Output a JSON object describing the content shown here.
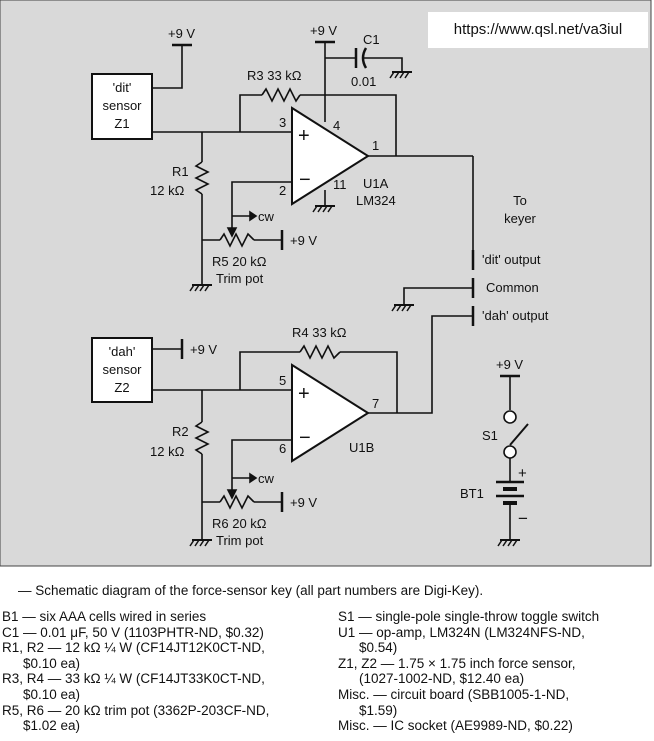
{
  "url": "https://www.qsl.net/va3iul",
  "schematic": {
    "supply_label": "+9 V",
    "sensor_dit": [
      "'dit'",
      "sensor",
      "Z1"
    ],
    "sensor_dah": [
      "'dah'",
      "sensor",
      "Z2"
    ],
    "r1": [
      "R1",
      "12 kΩ"
    ],
    "r2": [
      "R2",
      "12 kΩ"
    ],
    "r3": "R3  33 kΩ",
    "r4": "R4  33 kΩ",
    "c1": [
      "C1",
      "0.01"
    ],
    "r5": [
      "R5 20 kΩ",
      "Trim pot"
    ],
    "r6": [
      "R6 20 kΩ",
      "Trim pot"
    ],
    "cw": "cw",
    "u1a": [
      "U1A",
      "LM324"
    ],
    "u1b": "U1B",
    "plus": "+",
    "minus": "−",
    "pins": {
      "p1": "1",
      "p2": "2",
      "p3": "3",
      "p4": "4",
      "p5": "5",
      "p6": "6",
      "p7": "7",
      "p11": "11"
    },
    "to_keyer": [
      "To",
      "keyer"
    ],
    "outputs": [
      "'dit' output",
      "Common",
      "'dah' output"
    ],
    "s1": "S1",
    "bt1": "BT1",
    "bt_plus": "+",
    "bt_minus": "−"
  },
  "caption": "— Schematic diagram of the force-sensor key (all part numbers are Digi-Key).",
  "parts_left": [
    [
      "B1 — six AAA cells wired in series"
    ],
    [
      "C1 — 0.01 μF, 50 V (1103PHTR-ND, $0.32)"
    ],
    [
      "R1, R2 — 12 kΩ ¼ W (CF14JT12K0CT-ND,",
      "$0.10 ea)"
    ],
    [
      "R3, R4 — 33 kΩ ¼ W (CF14JT33K0CT-ND,",
      "$0.10 ea)"
    ],
    [
      "R5, R6 — 20 kΩ trim pot (3362P-203CF-ND,",
      "$1.02 ea)"
    ]
  ],
  "parts_right": [
    [
      "S1 — single-pole single-throw toggle switch"
    ],
    [
      "U1 — op-amp, LM324N (LM324NFS-ND,",
      "$0.54)"
    ],
    [
      "Z1, Z2 — 1.75 × 1.75 inch force sensor,",
      "(1027-1002-ND, $12.40 ea)"
    ],
    [
      "Misc. — circuit board (SBB1005-1-ND,",
      "$1.59)"
    ],
    [
      "Misc. — IC socket (AE9989-ND, $0.22)"
    ]
  ]
}
